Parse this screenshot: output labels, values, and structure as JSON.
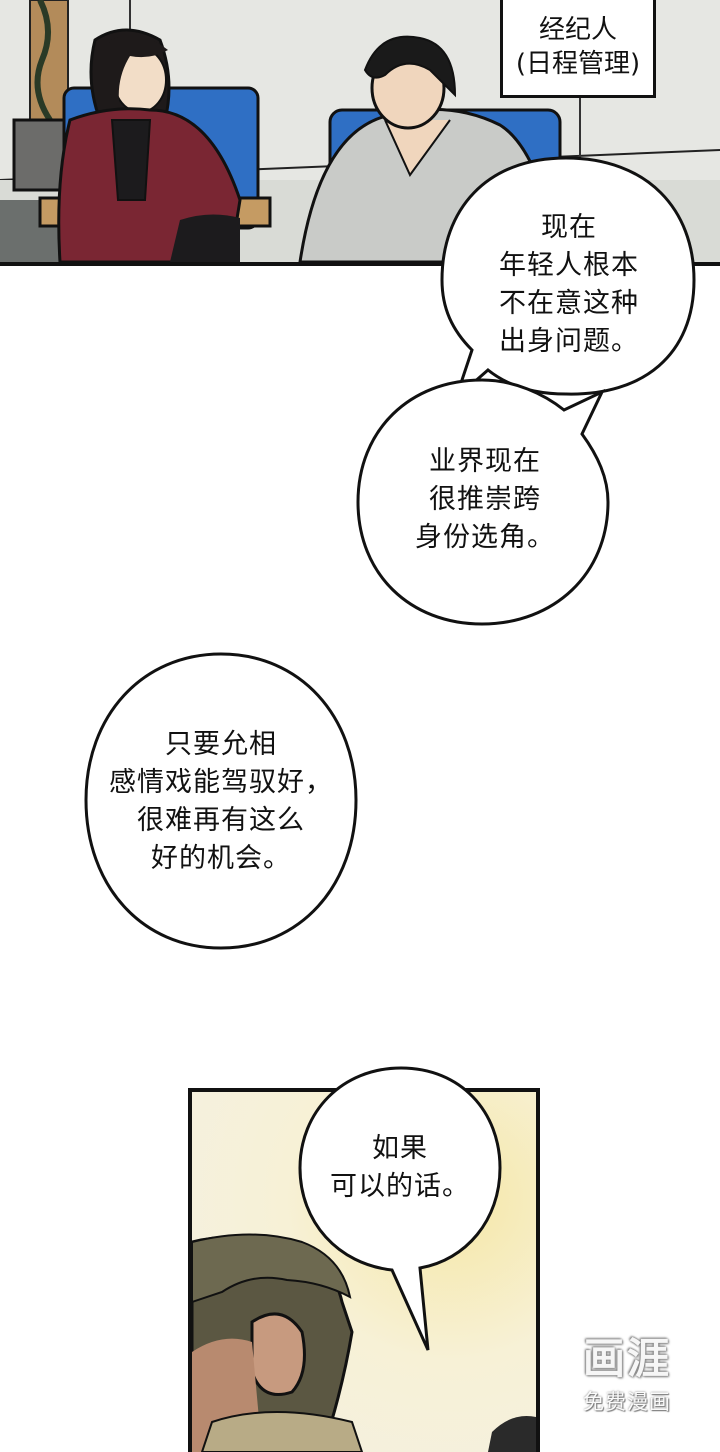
{
  "caption": {
    "lines": [
      "经纪人",
      "(日程管理)"
    ]
  },
  "bubbles": [
    {
      "lines": [
        "现在",
        "年轻人根本",
        "不在意这种",
        "出身问题。"
      ]
    },
    {
      "lines": [
        "业界现在",
        "很推崇跨",
        "身份选角。"
      ]
    },
    {
      "lines": [
        "只要允相",
        "感情戏能驾驭好，",
        "很难再有这么",
        "好的机会。"
      ]
    },
    {
      "lines": [
        "如果",
        "可以的话。"
      ]
    }
  ],
  "watermark": {
    "logo": "画涯",
    "sub": "免费漫画"
  },
  "colors": {
    "ink": "#111111",
    "woman_suit": "#7a2633",
    "chair_blue": "#2f6fc4",
    "man_sweater": "#c9cbc8",
    "bottom_panel_glow": "#f6e7a6"
  }
}
